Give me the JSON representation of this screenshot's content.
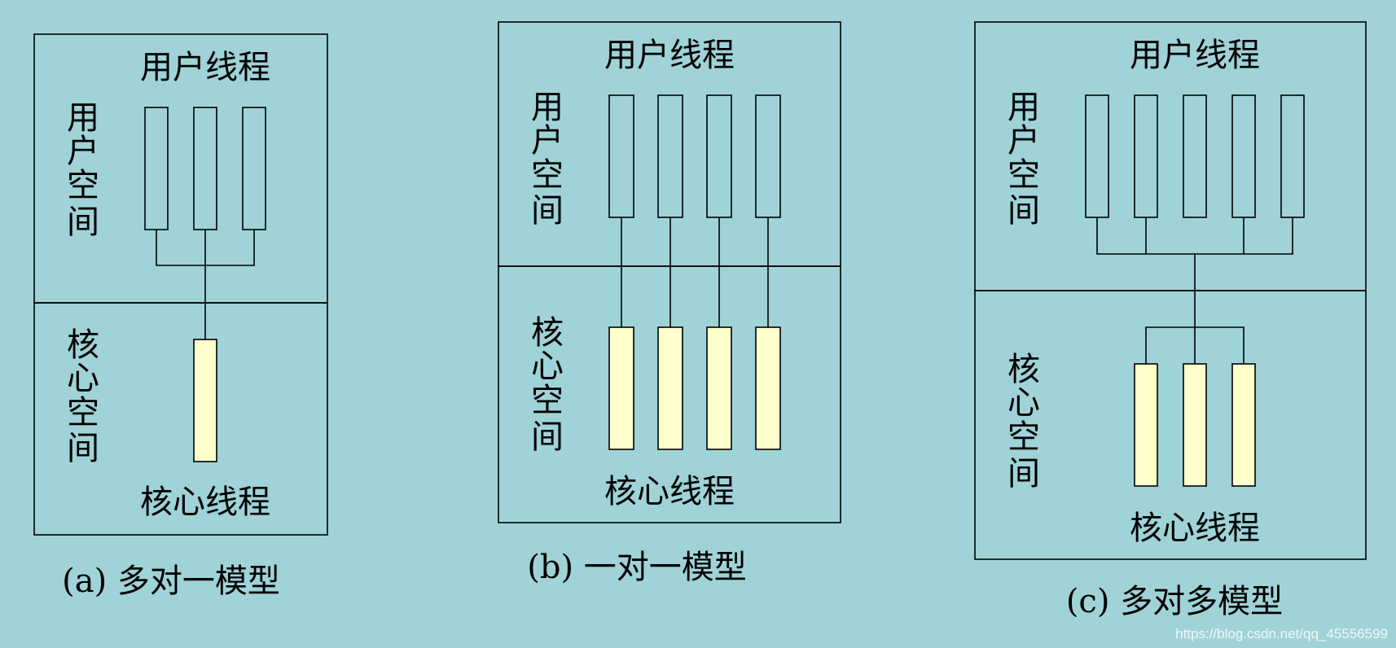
{
  "colors": {
    "background": "#9fd3d8",
    "kernel_thread_fill": "#ffffcc"
  },
  "labels": {
    "user_thread": "用户线程",
    "kernel_thread": "核心线程",
    "user_space": [
      "用",
      "户",
      "空",
      "间"
    ],
    "kernel_space": [
      "核",
      "心",
      "空",
      "间"
    ]
  },
  "diagrams": [
    {
      "caption": "(a) 多对一模型",
      "user_threads": 3,
      "kernel_threads": 1
    },
    {
      "caption": "(b) 一对一模型",
      "user_threads": 4,
      "kernel_threads": 4
    },
    {
      "caption": "(c) 多对多模型",
      "user_threads": 5,
      "kernel_threads": 3
    }
  ],
  "watermark": "https://blog.csdn.net/qq_45556599"
}
